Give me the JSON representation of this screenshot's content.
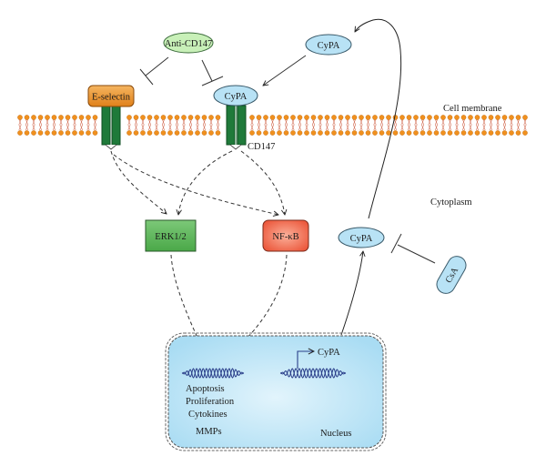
{
  "diagram": {
    "type": "signaling-pathway",
    "labels": {
      "anti_cd147": "Anti-CD147",
      "cypa_extracellular": "CyPA",
      "cypa_bound": "CyPA",
      "e_selectin": "E-selectin",
      "cd147": "CD147",
      "cell_membrane": "Cell membrane",
      "cytoplasm": "Cytoplasm",
      "cypa_cytoplasm": "CyPA",
      "csa": "CsA",
      "erk": "ERK1/2",
      "nfkb": "NF-κB",
      "cypa_gene": "CyPA",
      "nucleus": "Nucleus",
      "outcomes": [
        "Apoptosis",
        "Proliferation",
        "Cytokines",
        "MMPs"
      ]
    },
    "colors": {
      "membrane_head": "#f0901e",
      "membrane_tail": "#c84a2a",
      "receptor": "#1f7a3a",
      "receptor_dark": "#0f4d22",
      "e_selectin": "#e8891a",
      "cypa_fill": "#b8e2f5",
      "anti_cd147_fill": "#c8f0b8",
      "erk_fill": "#5db85a",
      "nfkb_fill": "#f06a50",
      "nucleus_fill": "#c2e6f8",
      "dna": "#2a3f8a"
    },
    "edges": [
      {
        "from": "anti_cd147",
        "to": "e_selectin",
        "type": "inhibit"
      },
      {
        "from": "anti_cd147",
        "to": "cypa_bound",
        "type": "inhibit"
      },
      {
        "from": "cypa_extracellular",
        "to": "cypa_bound",
        "type": "activate"
      },
      {
        "from": "e_selectin",
        "to": "erk",
        "type": "dashed-activate"
      },
      {
        "from": "e_selectin",
        "to": "nfkb",
        "type": "dashed-activate"
      },
      {
        "from": "cd147",
        "to": "erk",
        "type": "dashed-activate"
      },
      {
        "from": "cd147",
        "to": "nfkb",
        "type": "dashed-activate"
      },
      {
        "from": "erk",
        "to": "nucleus",
        "type": "dashed-activate"
      },
      {
        "from": "nfkb",
        "to": "nucleus",
        "type": "dashed-activate"
      },
      {
        "from": "nucleus",
        "to": "cypa_cytoplasm",
        "type": "activate"
      },
      {
        "from": "cypa_cytoplasm",
        "to": "cypa_extracellular",
        "type": "activate"
      },
      {
        "from": "csa",
        "to": "cypa_cytoplasm",
        "type": "inhibit"
      }
    ]
  }
}
